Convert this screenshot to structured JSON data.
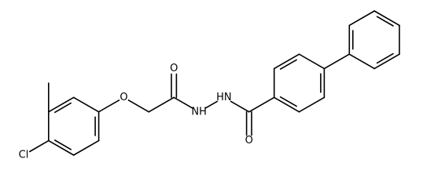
{
  "atoms": {
    "chlorine": "Cl",
    "ether_oxygen": "O",
    "carbonyl_oxygen_1": "O",
    "hydrazide_nitrogen_1": "NH",
    "hydrazide_nitrogen_2": "HN",
    "carbonyl_oxygen_2": "O"
  },
  "colors": {
    "bond": "#000000",
    "background": "#ffffff"
  }
}
